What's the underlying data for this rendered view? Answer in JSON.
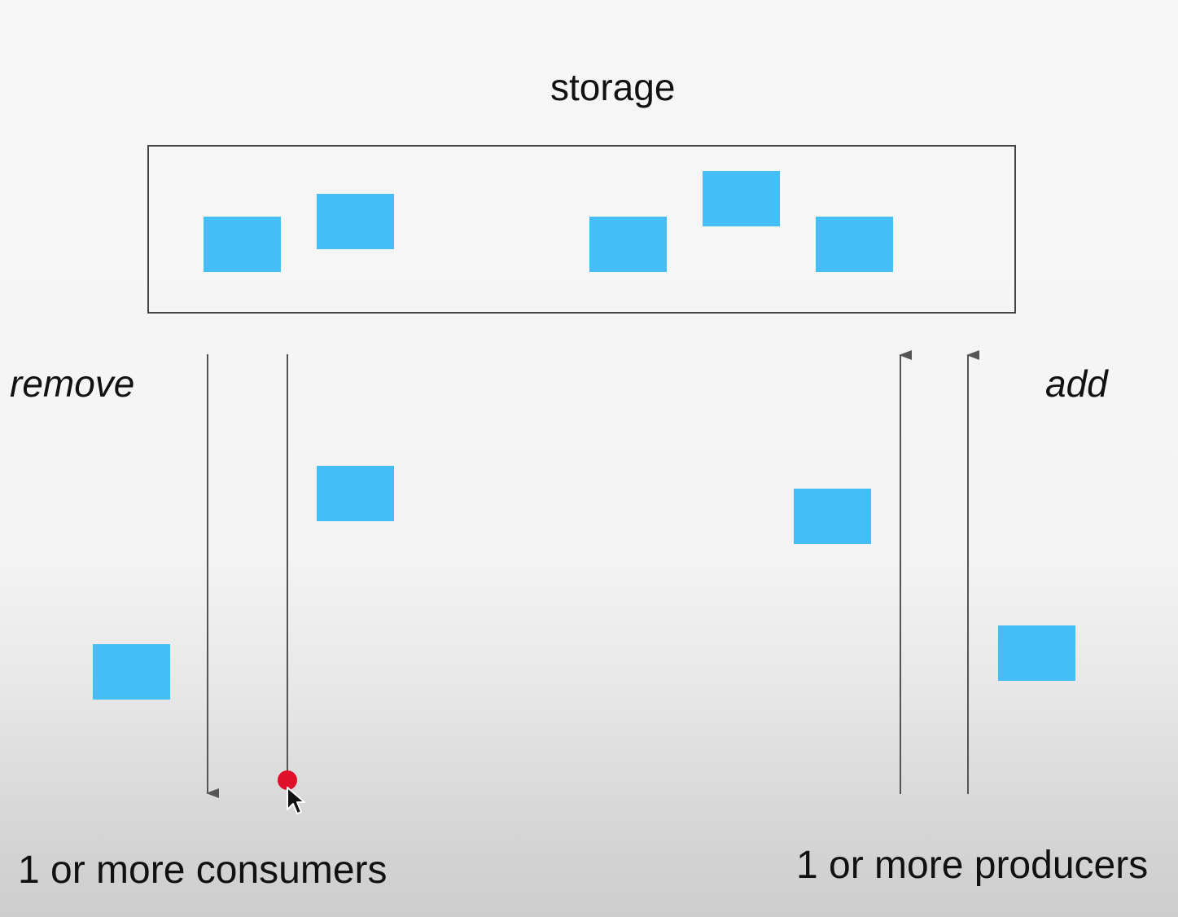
{
  "labels": {
    "storage": "storage",
    "remove": "remove",
    "add": "add",
    "consumers": "1 or more consumers",
    "producers": "1 or more producers"
  },
  "colors": {
    "item": "#45bdf5",
    "arrow": "#555555",
    "box_border": "#444444",
    "cursor_dot": "#e0102a"
  },
  "icons": {
    "cursor": "mouse-pointer-icon"
  }
}
